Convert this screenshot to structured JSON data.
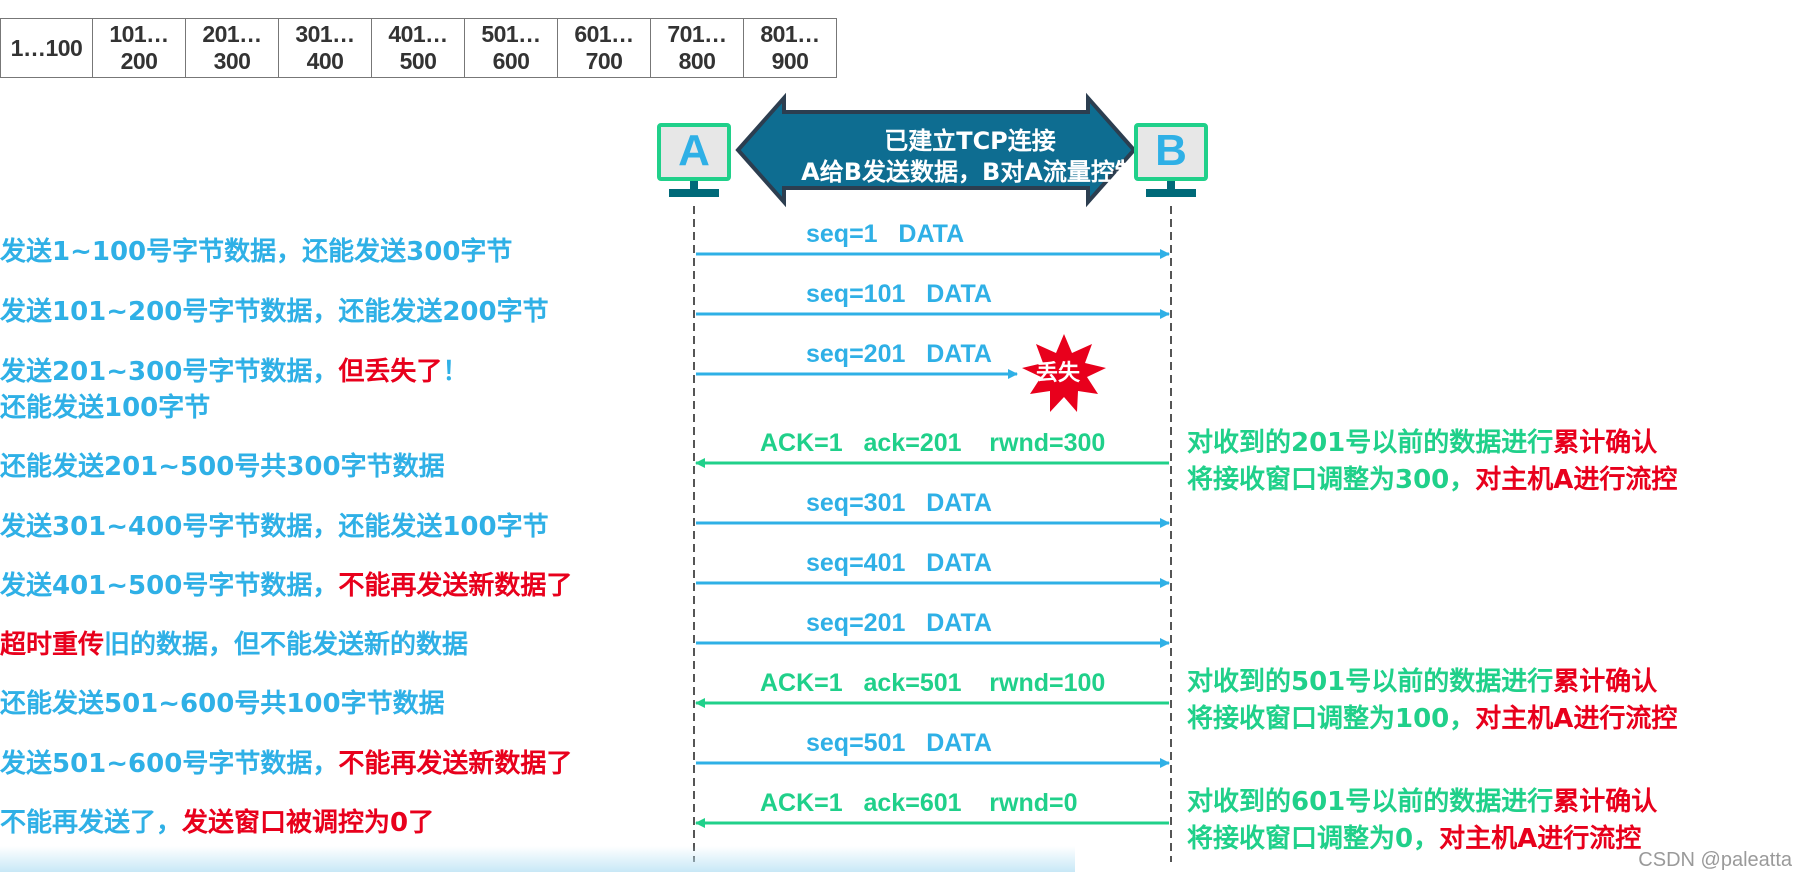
{
  "byte_table": [
    "1…100",
    "101…200",
    "201…300",
    "301…400",
    "401…500",
    "501…600",
    "601…700",
    "701…800",
    "801…900"
  ],
  "hosts": {
    "a": "A",
    "b": "B"
  },
  "banner": {
    "line1": "已建立TCP连接",
    "line2": "A给B发送数据，B对A流量控制"
  },
  "lost_label": "丢失",
  "messages": [
    {
      "dir": "A→B",
      "label": "seq=1   DATA"
    },
    {
      "dir": "A→B",
      "label": "seq=101   DATA"
    },
    {
      "dir": "A→B",
      "label": "seq=201   DATA",
      "lost": true
    },
    {
      "dir": "B→A",
      "label": "ACK=1   ack=201    rwnd=300"
    },
    {
      "dir": "A→B",
      "label": "seq=301   DATA"
    },
    {
      "dir": "A→B",
      "label": "seq=401   DATA"
    },
    {
      "dir": "A→B",
      "label": "seq=201   DATA"
    },
    {
      "dir": "B→A",
      "label": "ACK=1   ack=501    rwnd=100"
    },
    {
      "dir": "A→B",
      "label": "seq=501   DATA"
    },
    {
      "dir": "B→A",
      "label": "ACK=1   ack=601    rwnd=0"
    }
  ],
  "left_notes": [
    {
      "plain": "发送1~100号字节数据，还能发送300字节"
    },
    {
      "plain": "发送101~200号字节数据，还能发送200字节"
    },
    {
      "plain": "发送201~300号字节数据，",
      "red": "但丢失了",
      "tail": "！"
    },
    {
      "plain": "还能发送100字节"
    },
    {
      "plain": "还能发送201~500号共300字节数据"
    },
    {
      "plain": "发送301~400号字节数据，还能发送100字节"
    },
    {
      "plain": "发送401~500号字节数据，",
      "red": "不能再发送新数据了"
    },
    {
      "red": "超时重传",
      "plain": "旧的数据，但不能发送新的数据"
    },
    {
      "plain": "还能发送501~600号共100字节数据"
    },
    {
      "plain": "发送501~600号字节数据，",
      "red": "不能再发送新数据了"
    },
    {
      "plain": "不能再发送了，",
      "red": "发送窗口被调控为0了"
    }
  ],
  "right_notes": [
    {
      "line1": "对收到的201号以前的数据进行",
      "line1_red": "累计确认",
      "line2": "将接收窗口调整为300，",
      "line2_red": "对主机A进行流控"
    },
    {
      "line1": "对收到的501号以前的数据进行",
      "line1_red": "累计确认",
      "line2": "将接收窗口调整为100，",
      "line2_red": "对主机A进行流控"
    },
    {
      "line1": "对收到的601号以前的数据进行",
      "line1_red": "累计确认",
      "line2": "将接收窗口调整为0，",
      "line2_red": "对主机A进行流控"
    }
  ],
  "watermark": "CSDN @paleatta",
  "colors": {
    "seq": "#2fb0e6",
    "ack": "#20d08a",
    "red": "#e8001c",
    "banner": "#0e6d91",
    "host_frame": "#20d08a"
  }
}
